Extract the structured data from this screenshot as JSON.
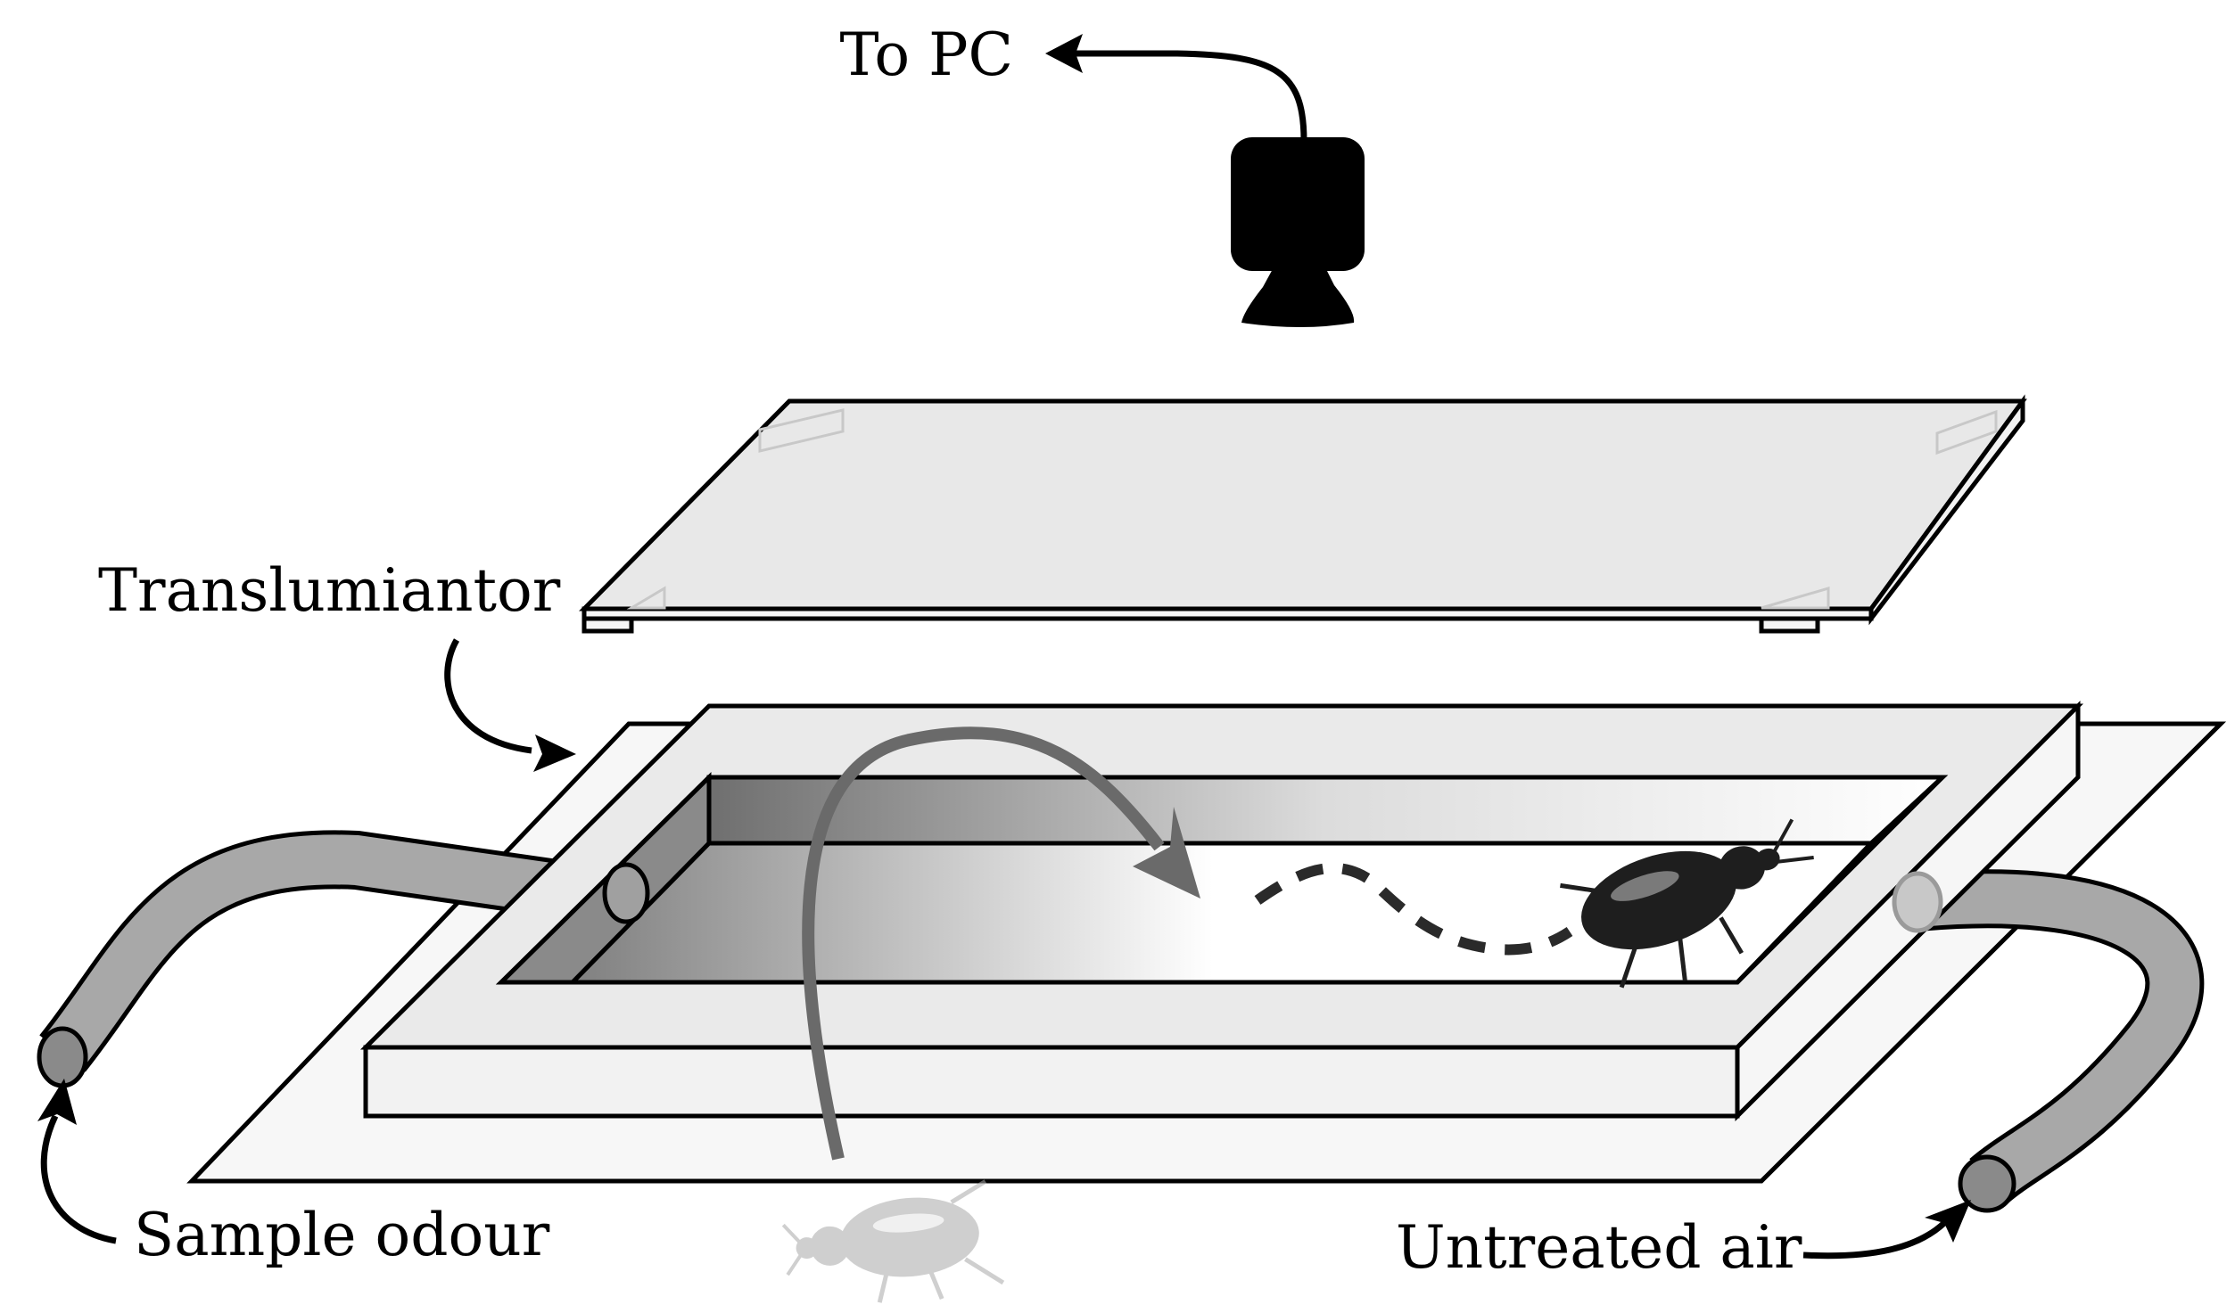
{
  "labels": {
    "to_pc": "To PC",
    "transilluminator": "Translumiantor",
    "sample_odour": "Sample odour",
    "untreated_air": "Untreated air"
  },
  "colors": {
    "outline": "#000000",
    "camera": "#000000",
    "lid": "#e8e8e8",
    "lid_rim": "#f5f5f5",
    "base_sheet": "#f7f7f7",
    "frame_top": "#eaeaea",
    "frame_side": "#f2f2f2",
    "tube": "#a8a8a8",
    "tube_end": "#888888",
    "path_arrow": "#6a6a6a",
    "gradient_dark": "#888888",
    "gradient_light": "#ffffff",
    "beetle": "#1e1e1e",
    "beetle_faded": "#c4c4c4"
  },
  "icons": {
    "camera": "camera-icon",
    "insect": "beetle-icon"
  }
}
